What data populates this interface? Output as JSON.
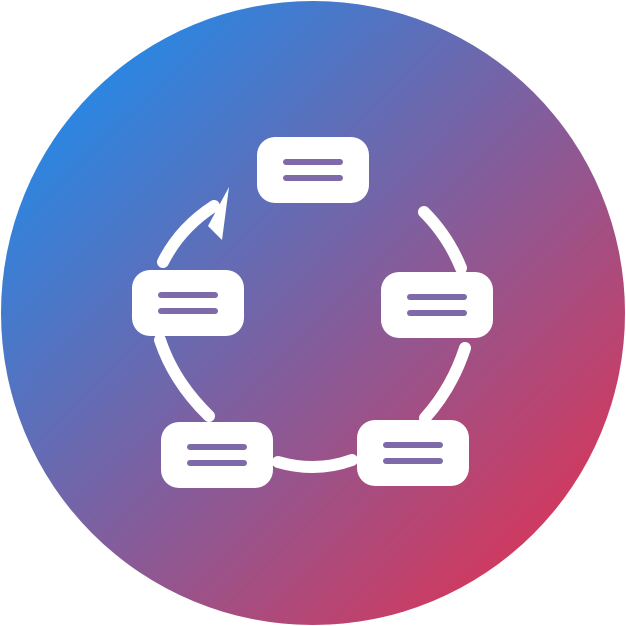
{
  "icon": {
    "name": "cycle-workflow-icon",
    "gradient": {
      "start": "#0a95fb",
      "end": "#f02b46"
    },
    "foreground": "#ffffff",
    "line_color": "#7e6aa8",
    "nodes": [
      {
        "name": "cycle-node-top"
      },
      {
        "name": "cycle-node-right"
      },
      {
        "name": "cycle-node-bottom-right"
      },
      {
        "name": "cycle-node-bottom-left"
      },
      {
        "name": "cycle-node-left"
      }
    ]
  }
}
